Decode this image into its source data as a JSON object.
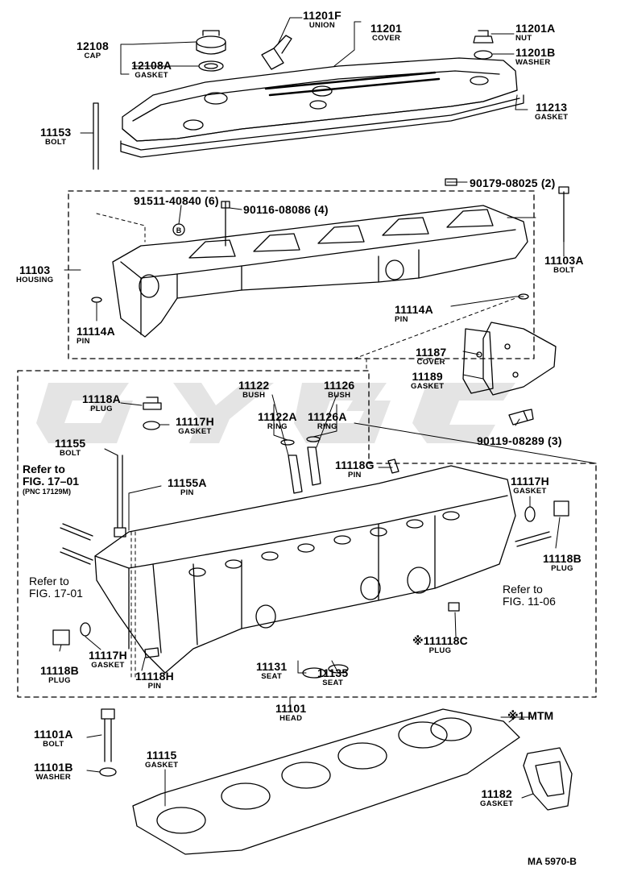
{
  "colors": {
    "ink": "#000000",
    "paper": "#ffffff",
    "watermark": "#8a8a8a"
  },
  "watermark": {
    "kind": "logo",
    "text": "GYGC"
  },
  "drawing_code": "MA 5970-B",
  "note_mtm": "※1 MTM",
  "refs": {
    "ref_17_01_top_1": "Refer to",
    "ref_17_01_top_2": "FIG. 17–01",
    "ref_17_01_top_3": "(PNC 17129M)",
    "ref_17_01_left_1": "Refer to",
    "ref_17_01_left_2": "FIG. 17-01",
    "ref_11_06_1": "Refer to",
    "ref_11_06_2": "FIG. 11-06"
  },
  "labels": {
    "p11201F": {
      "num": "11201F",
      "sub": "UNION"
    },
    "p11201": {
      "num": "11201",
      "sub": "COVER"
    },
    "p11201A": {
      "num": "11201A",
      "sub": "NUT"
    },
    "p11201B": {
      "num": "11201B",
      "sub": "WASHER"
    },
    "p12108": {
      "num": "12108",
      "sub": "CAP"
    },
    "p12108A": {
      "num": "12108A",
      "sub": "GASKET"
    },
    "p11213": {
      "num": "11213",
      "sub": "GASKET"
    },
    "p11153": {
      "num": "11153",
      "sub": "BOLT"
    },
    "p90179": {
      "num": "90179-08025 (2)",
      "sub": ""
    },
    "p91511": {
      "num": "91511-40840 (6)",
      "sub": ""
    },
    "p90116": {
      "num": "90116-08086 (4)",
      "sub": ""
    },
    "p11103": {
      "num": "11103",
      "sub": "HOUSING"
    },
    "p11103A": {
      "num": "11103A",
      "sub": "BOLT"
    },
    "p11114A_r": {
      "num": "11114A",
      "sub": "PIN"
    },
    "p11114A_l": {
      "num": "11114A",
      "sub": "PIN"
    },
    "p11187": {
      "num": "11187",
      "sub": "COVER"
    },
    "p11189": {
      "num": "11189",
      "sub": "GASKET"
    },
    "p90119": {
      "num": "90119-08289 (3)",
      "sub": ""
    },
    "p11122": {
      "num": "11122",
      "sub": "BUSH"
    },
    "p11126": {
      "num": "11126",
      "sub": "BUSH"
    },
    "p11122A": {
      "num": "11122A",
      "sub": "RING"
    },
    "p11126A": {
      "num": "11126A",
      "sub": "RING"
    },
    "p11118A": {
      "num": "11118A",
      "sub": "PLUG"
    },
    "p11117H_t": {
      "num": "11117H",
      "sub": "GASKET"
    },
    "p11155": {
      "num": "11155",
      "sub": "BOLT"
    },
    "p11155A": {
      "num": "11155A",
      "sub": "PIN"
    },
    "p11118G": {
      "num": "11118G",
      "sub": "PIN"
    },
    "p11117H_r": {
      "num": "11117H",
      "sub": "GASKET"
    },
    "p11118B_r": {
      "num": "11118B",
      "sub": "PLUG"
    },
    "p11118C": {
      "num": "※111118C",
      "sub": "PLUG"
    },
    "p11117H_l": {
      "num": "11117H",
      "sub": "GASKET"
    },
    "p11118B_l": {
      "num": "11118B",
      "sub": "PLUG"
    },
    "p11118H": {
      "num": "11118H",
      "sub": "PIN"
    },
    "p11131": {
      "num": "11131",
      "sub": "SEAT"
    },
    "p11135": {
      "num": "11135",
      "sub": "SEAT"
    },
    "p11101": {
      "num": "11101",
      "sub": "HEAD"
    },
    "p11101A": {
      "num": "11101A",
      "sub": "BOLT"
    },
    "p11101B": {
      "num": "11101B",
      "sub": "WASHER"
    },
    "p11115": {
      "num": "11115",
      "sub": "GASKET"
    },
    "p11182": {
      "num": "11182",
      "sub": "GASKET"
    }
  },
  "markers": {
    "b_circle": "B"
  }
}
